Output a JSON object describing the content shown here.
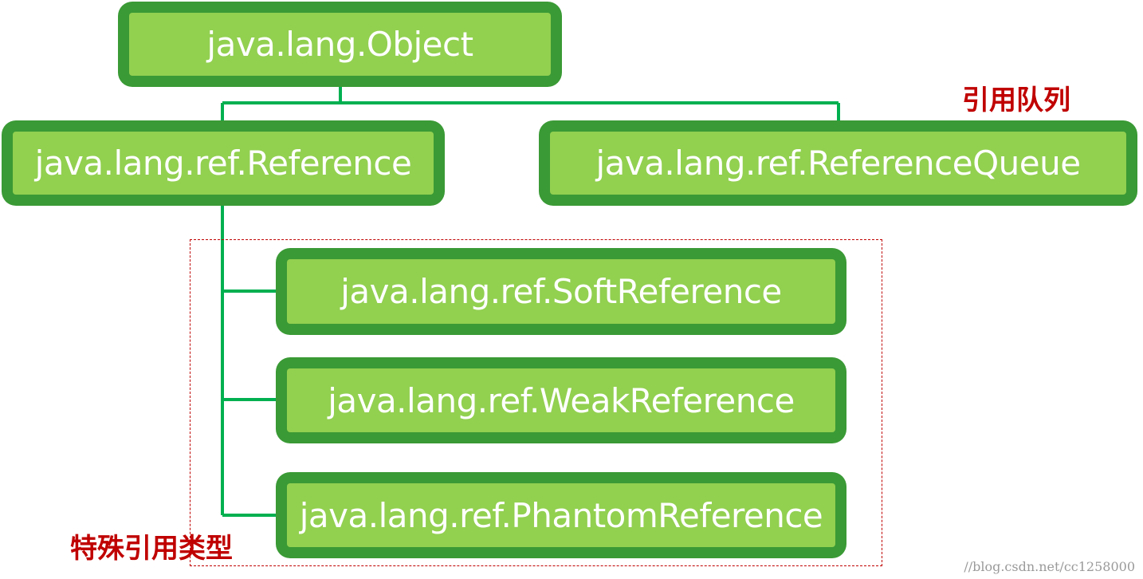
{
  "diagram": {
    "nodes": {
      "object": "java.lang.Object",
      "reference": "java.lang.ref.Reference",
      "reference_queue": "java.lang.ref.ReferenceQueue",
      "soft_reference": "java.lang.ref.SoftReference",
      "weak_reference": "java.lang.ref.WeakReference",
      "phantom_reference": "java.lang.ref.PhantomReference"
    },
    "labels": {
      "reference_queue_label": "引用队列",
      "special_reference_types_label": "特殊引用类型"
    },
    "watermark": "//blog.csdn.net/cc1258000",
    "colors": {
      "box_border": "#3a9a35",
      "box_fill": "#92d050",
      "connector": "#00b050",
      "label_red": "#c00000"
    }
  }
}
